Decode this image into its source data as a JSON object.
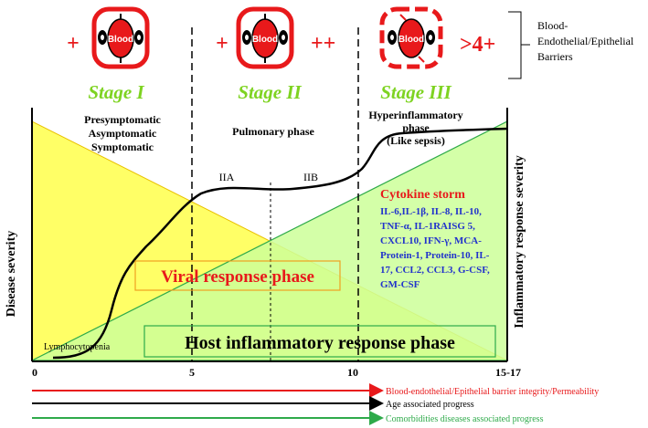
{
  "barrier": {
    "stage1_sign": "+",
    "stage2_left_sign": "+",
    "stage2_right_sign": "++",
    "stage3_sign": ">4+",
    "blood_label": "Blood",
    "legend_line1": "Blood-",
    "legend_line2": "Endothelial/Epithelial",
    "legend_line3": "Barriers"
  },
  "stages": [
    {
      "label": "Stage I",
      "desc": [
        "Presymptomatic",
        "Asymptomatic",
        "Symptomatic"
      ]
    },
    {
      "label": "Stage II",
      "desc": [
        "Pulmonary phase"
      ]
    },
    {
      "label": "Stage III",
      "desc": [
        "Hyperinflammatory",
        "phase",
        "(Like sepsis)"
      ]
    }
  ],
  "subphases": {
    "a": "IIA",
    "b": "IIB"
  },
  "cytokine": {
    "title": "Cytokine storm",
    "lines": [
      "IL-6,IL-1β, IL-8, IL-10,",
      "TNF-α, IL-1RAISG 5,",
      "CXCL10, IFN-γ, MCA-",
      "Protein-1, Protein-10, IL-",
      "17, CCL2, CCL3, G-CSF,",
      "GM-CSF"
    ]
  },
  "phases": {
    "viral": "Viral response phase",
    "host": "Host inflammatory response phase",
    "lymphocytopenia": "Lymphocytopenia"
  },
  "axes": {
    "left": "Disease severity",
    "right": "Inflammatory response severity",
    "ticks": [
      "0",
      "5",
      "10",
      "15-17"
    ]
  },
  "progress": {
    "red": "Blood-endothelial/Epithelial barrier integrity/Permeability",
    "black": "Age associated progress",
    "green": "Comorbidities diseases associated progress"
  },
  "colors": {
    "stage_green": "#7ed321",
    "red": "#e8191b",
    "blue": "#2233cc",
    "yellow": "#ffff66",
    "light_green": "#ccff99",
    "arrow_green": "#2eaa4a"
  }
}
